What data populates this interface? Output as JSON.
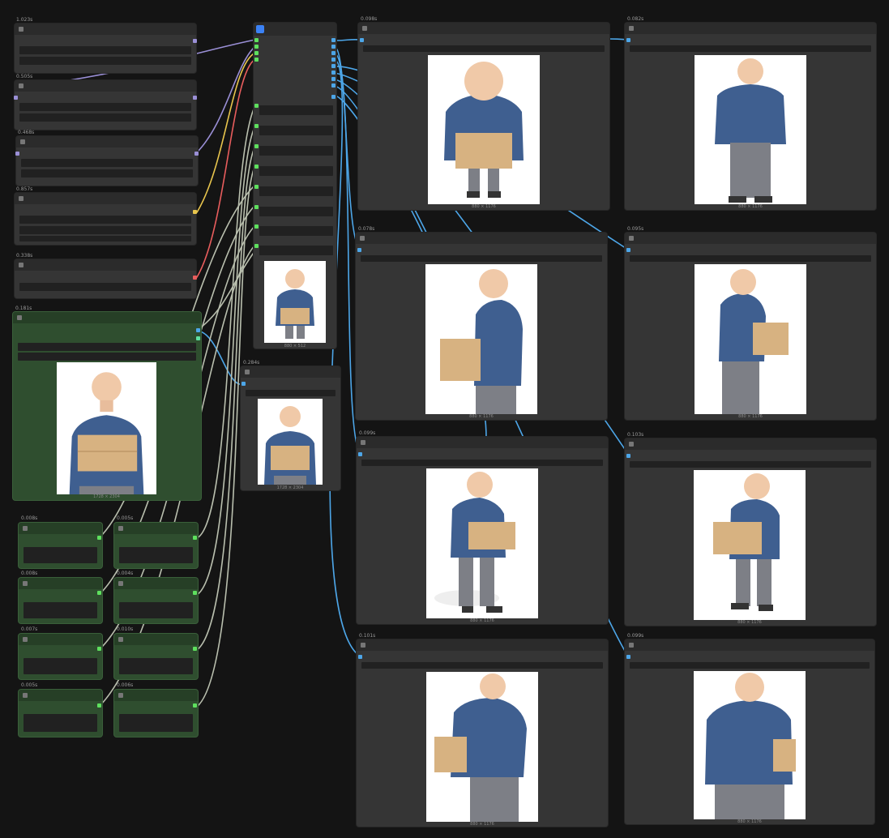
{
  "colors": {
    "canvas": "#141414",
    "node": "#353535",
    "node_green": "#2f4e2f",
    "wire_image": "#4da6e8",
    "wire_clip": "#b9bfae",
    "wire_model": "#9a8fd6",
    "wire_latent": "#e8c54d",
    "wire_vae": "#e85d5d",
    "badge_blue": "#3b82f6"
  },
  "left_column": {
    "nodes": [
      {
        "timing": "1.023s"
      },
      {
        "timing": "0.505s"
      },
      {
        "timing": "0.468s"
      },
      {
        "timing": "0.857s"
      },
      {
        "timing": "0.338s"
      }
    ],
    "source": {
      "timing": "0.181s",
      "dims": "1728 × 2304"
    }
  },
  "prompt_grid": [
    {
      "timing": "0.008s"
    },
    {
      "timing": "0.005s"
    },
    {
      "timing": "0.008s"
    },
    {
      "timing": "0.004s"
    },
    {
      "timing": "0.007s"
    },
    {
      "timing": "0.010s"
    },
    {
      "timing": "0.005s"
    },
    {
      "timing": "0.006s"
    }
  ],
  "center": {
    "main_preview_dims": "880 × 512",
    "loader": {
      "timing": "0.284s",
      "dims": "1728 × 2304"
    }
  },
  "outputs": [
    {
      "timing": "0.098s",
      "dims": "880 × 1176",
      "icon": "front-top-view"
    },
    {
      "timing": "0.082s",
      "dims": "880 × 1176",
      "icon": "back-view"
    },
    {
      "timing": "0.078s",
      "dims": "880 × 1176",
      "icon": "right-side-view"
    },
    {
      "timing": "0.095s",
      "dims": "880 × 1176",
      "icon": "side-view-right"
    },
    {
      "timing": "0.099s",
      "dims": "880 × 1176",
      "icon": "front-three-quarter"
    },
    {
      "timing": "0.103s",
      "dims": "880 × 1176",
      "icon": "front-three-quarter-alt"
    },
    {
      "timing": "0.101s",
      "dims": "880 × 1176",
      "icon": "back-three-quarter"
    },
    {
      "timing": "0.099s",
      "dims": "880 × 1176",
      "icon": "back-view-box"
    }
  ]
}
